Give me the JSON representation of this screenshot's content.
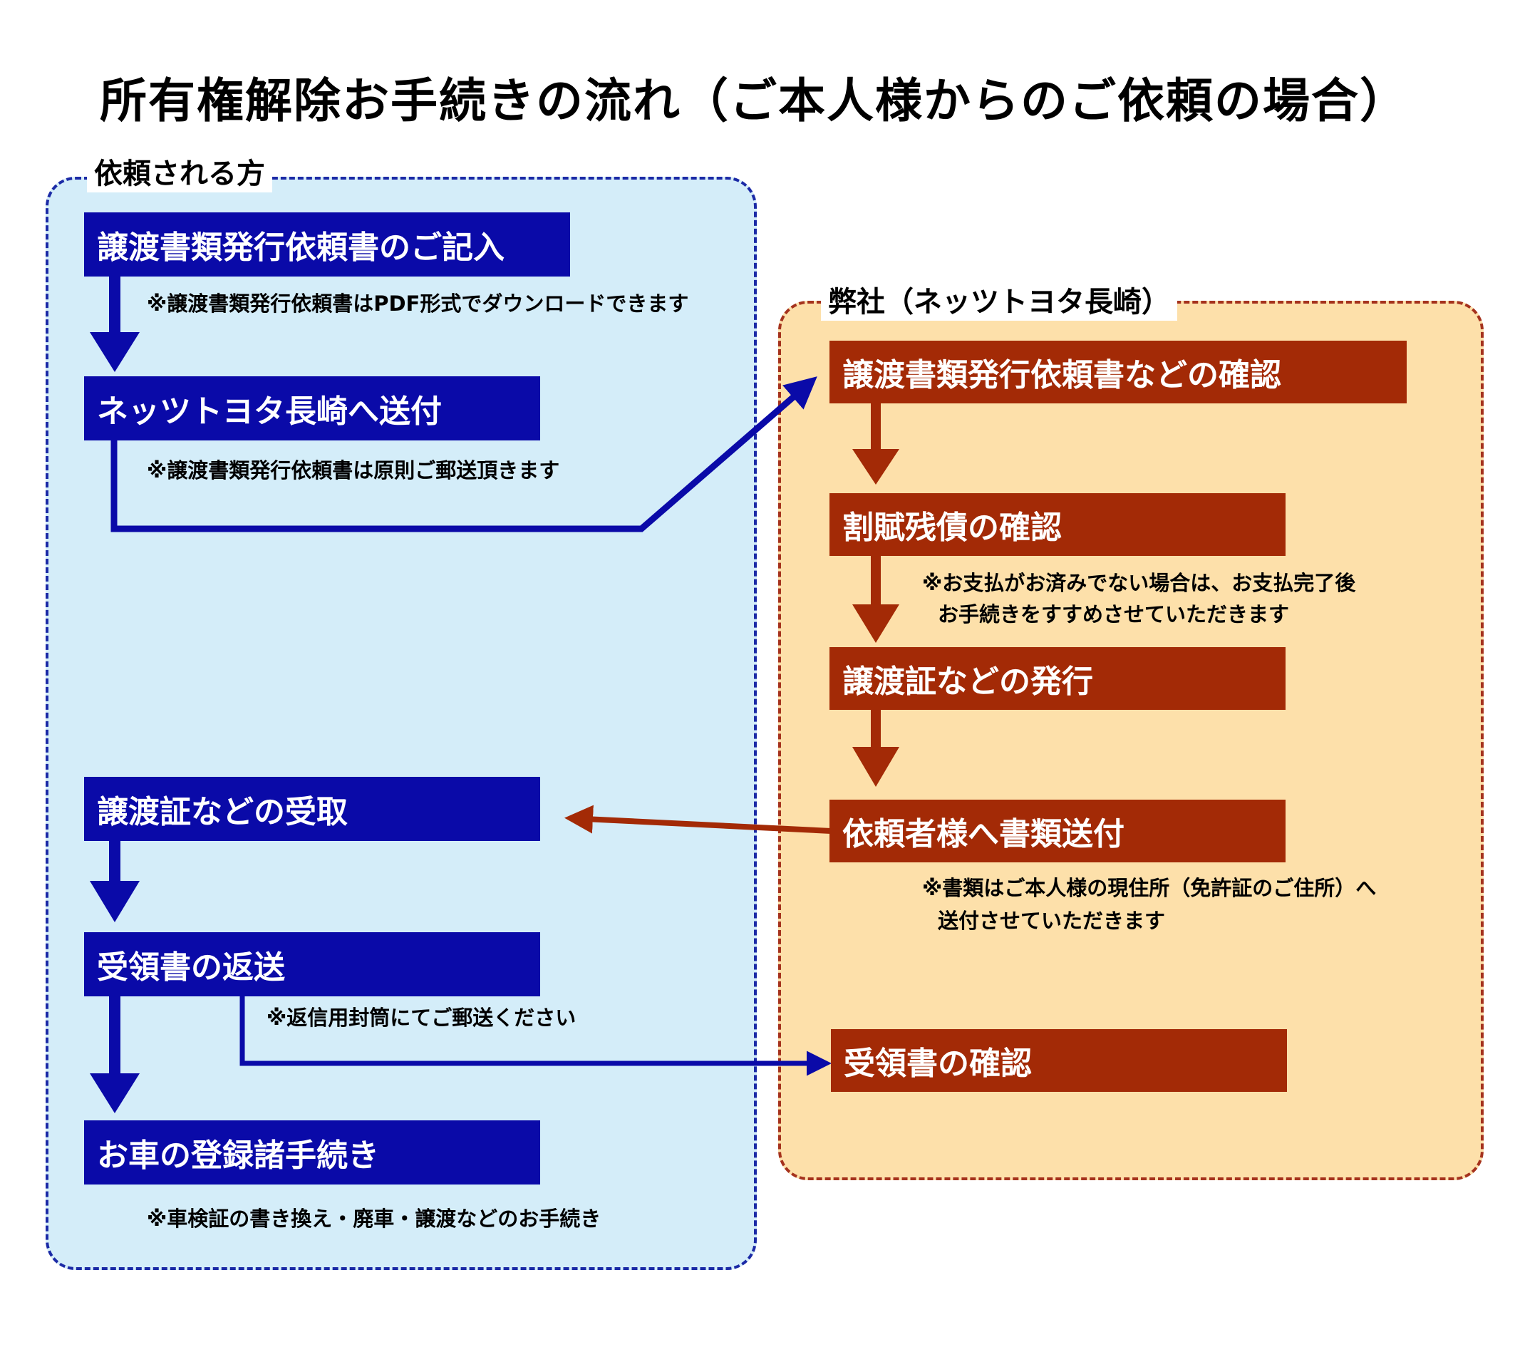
{
  "title": "所有権解除お手続きの流れ（ご本人様からのご依頼の場合）",
  "colors": {
    "client_panel_bg": "#d4edf9",
    "client_accent": "#0a0aa8",
    "company_panel_bg": "#fde0aa",
    "company_accent": "#a32a06"
  },
  "client": {
    "label": "依頼される方",
    "steps": [
      "譲渡書類発行依頼書のご記入",
      "ネッツトヨタ長崎へ送付",
      "譲渡証などの受取",
      "受領書の返送",
      "お車の登録諸手続き"
    ],
    "notes": [
      "※譲渡書類発行依頼書はPDF形式でダウンロードできます",
      "※譲渡書類発行依頼書は原則ご郵送頂きます",
      "※返信用封筒にてご郵送ください",
      "※車検証の書き換え・廃車・譲渡などのお手続き"
    ]
  },
  "company": {
    "label": "弊社（ネッツトヨタ長崎）",
    "steps": [
      "譲渡書類発行依頼書などの確認",
      "割賦残債の確認",
      "譲渡証などの発行",
      "依頼者様へ書類送付",
      "受領書の確認"
    ],
    "notes": [
      {
        "line1": "※お支払がお済みでない場合は、お支払完了後",
        "line2": "お手続きをすすめさせていただきます"
      },
      {
        "line1": "※書類はご本人様の現住所（免許証のご住所）へ",
        "line2": "送付させていただきます"
      }
    ]
  }
}
